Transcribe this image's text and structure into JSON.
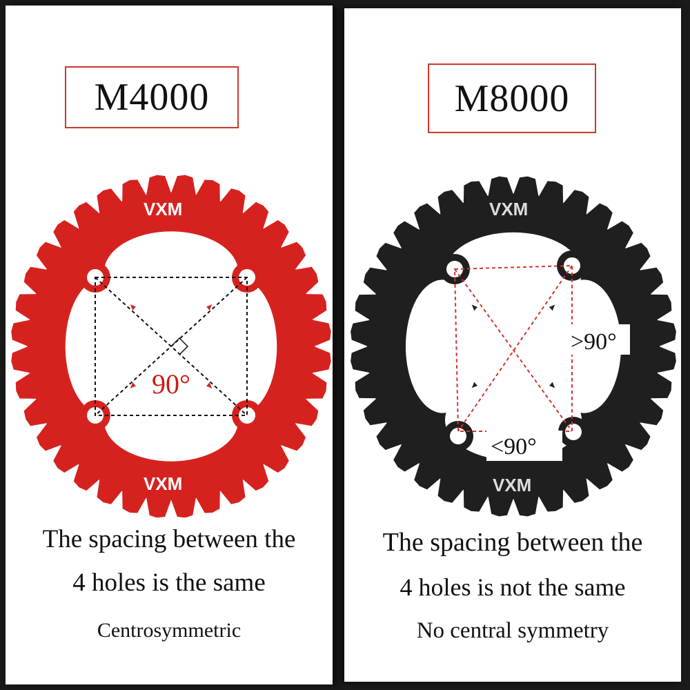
{
  "left": {
    "model": "M4000",
    "angle_label": "90°",
    "caption_line1": "The spacing between the",
    "caption_line2": "4 holes is the same",
    "caption_line3": "Centrosymmetric",
    "ring_color": "#d6221f",
    "ring_logo": "VXM"
  },
  "right": {
    "model": "M8000",
    "angle_label_right": ">90°",
    "angle_label_bottom": "<90°",
    "caption_line1": "The spacing between the",
    "caption_line2": "4 holes is not the same",
    "caption_line3": "No central symmetry",
    "ring_color": "#1f1f1f",
    "ring_logo": "VXM"
  },
  "colors": {
    "frame_border": "#d0342c",
    "dashed_left": "#111111",
    "dashed_right": "#d0342c",
    "angle_left_text": "#cc1a14"
  }
}
